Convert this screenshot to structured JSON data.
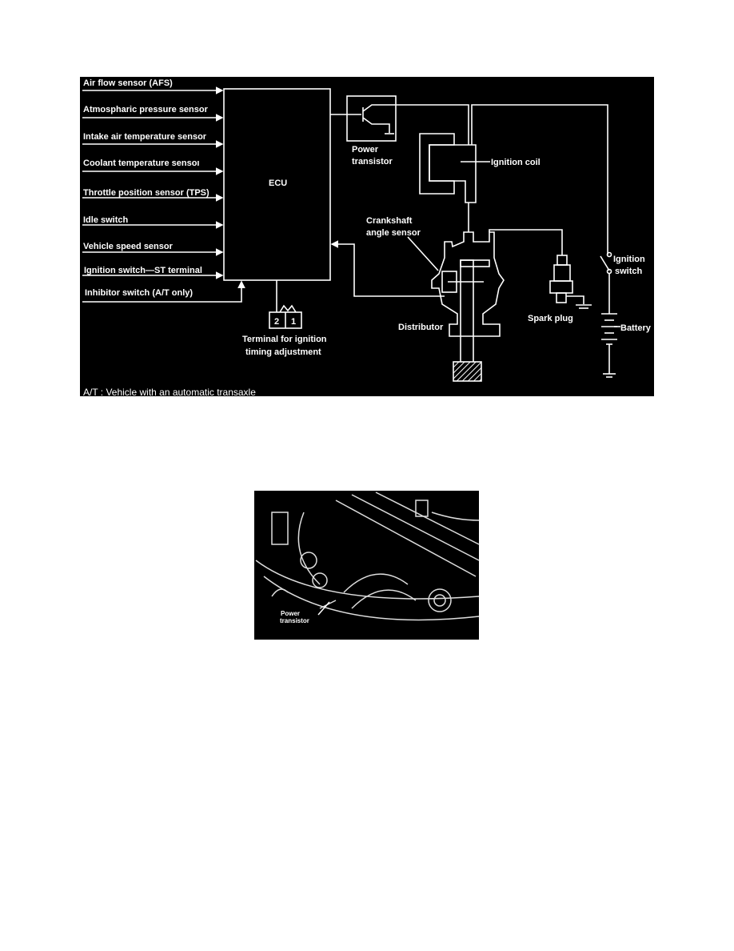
{
  "diagram": {
    "inputs": [
      "Air flow sensor (AFS)",
      "Atmospharic pressure sensor",
      "Intake air temperature sensor",
      "Coolant temperature sensoı",
      "Throttle position sensor (TPS)",
      "Idle switch",
      "Vehicle speed sensor",
      "Ignition switch—ST terminal",
      "Inhibitor switch (A/T only)"
    ],
    "ecu": "ECU",
    "power_transistor": [
      "Power",
      "transistor"
    ],
    "ignition_coil": "Ignition coil",
    "crankshaft_sensor": [
      "Crankshaft",
      "angle sensor"
    ],
    "distributor": "Distributor",
    "spark_plug": "Spark plug",
    "ignition_switch": [
      "Ignition",
      "switch"
    ],
    "battery": "Battery",
    "terminal_pins": [
      "2",
      "1"
    ],
    "terminal_label": [
      "Terminal for ignition",
      "timing adjustment"
    ],
    "footnote": "A/T : Vehicle with an automatic transaxle"
  },
  "photo": {
    "label": [
      "Power",
      "transistor"
    ]
  }
}
